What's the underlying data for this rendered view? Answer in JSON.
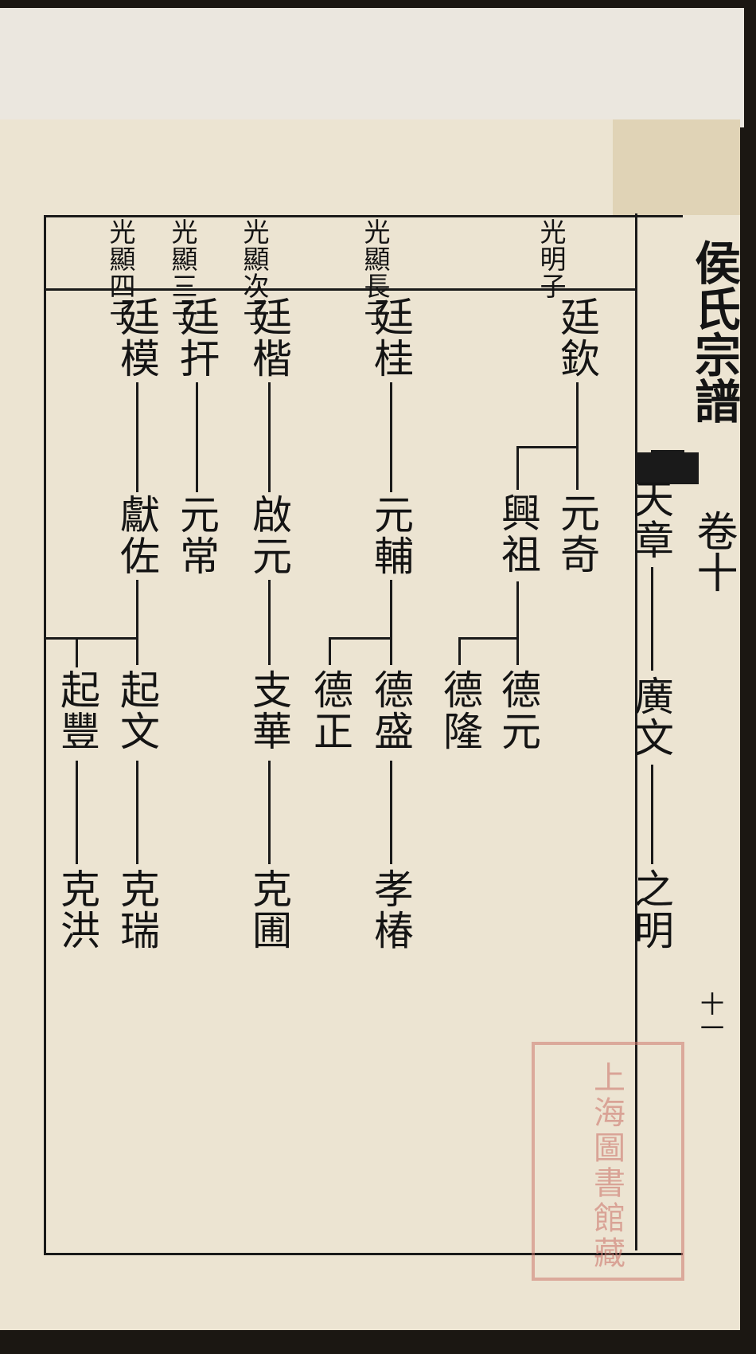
{
  "book": {
    "title": "侯氏宗譜",
    "volume": "卷十",
    "folio": "十一"
  },
  "header": {
    "p1": {
      "label": "光明子"
    },
    "p2": {
      "label": "光顯長子"
    },
    "p3": {
      "label": "光顯次子"
    },
    "p4": {
      "label": "光顯三子"
    },
    "p5": {
      "label": "光顯四子"
    }
  },
  "lineage": {
    "tianzhang": "天章",
    "guangwen": "廣文",
    "zhiming": "之明",
    "tingqin": "廷欽",
    "yuanqi": "元奇",
    "xingzu": "興祖",
    "deyuan": "德元",
    "delong": "德隆",
    "tinggui": "廷桂",
    "yuanfu": "元輔",
    "desheng": "德盛",
    "dezheng": "德正",
    "xiaochun": "孝椿",
    "tingkai": "廷楷",
    "qiyuan": "啟元",
    "zhihua": "支華",
    "kepu": "克圃",
    "tinggan": "廷扞",
    "yuanchang": "元常",
    "tingmo": "廷模",
    "xianzuo": "獻佐",
    "qiwen": "起文",
    "qifeng": "起豐",
    "kerui": "克瑞",
    "kehong": "克洪"
  },
  "seal": {
    "text": "上海圖書館藏"
  }
}
